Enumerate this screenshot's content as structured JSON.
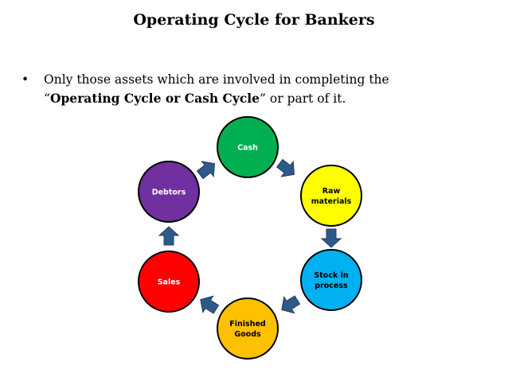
{
  "title": "Operating Cycle for Bankers",
  "bullet": {
    "marker": "•",
    "line1": "Only those assets which are involved in completing the",
    "line2_open_quote": "“",
    "line2_bold": "Operating Cycle or Cash Cycle",
    "line2_close_quote": "”",
    "line2_rest": " or part of it."
  },
  "diagram": {
    "nodes": [
      {
        "id": "cash",
        "lines": [
          "Cash"
        ],
        "color": "#00B050",
        "text_color": "#ffffff"
      },
      {
        "id": "raw-materials",
        "lines": [
          "Raw",
          "materials"
        ],
        "color": "#FFFF00",
        "text_color": "#000000"
      },
      {
        "id": "stock-in-process",
        "lines": [
          "Stock in",
          "process"
        ],
        "color": "#00B0F0",
        "text_color": "#000000"
      },
      {
        "id": "finished-goods",
        "lines": [
          "Finished",
          "Goods"
        ],
        "color": "#FFC000",
        "text_color": "#000000"
      },
      {
        "id": "sales",
        "lines": [
          "Sales"
        ],
        "color": "#FF0000",
        "text_color": "#ffffff"
      },
      {
        "id": "debtors",
        "lines": [
          "Debtors"
        ],
        "color": "#7030A0",
        "text_color": "#ffffff"
      }
    ],
    "arrow_color": "#2E5A8A"
  }
}
